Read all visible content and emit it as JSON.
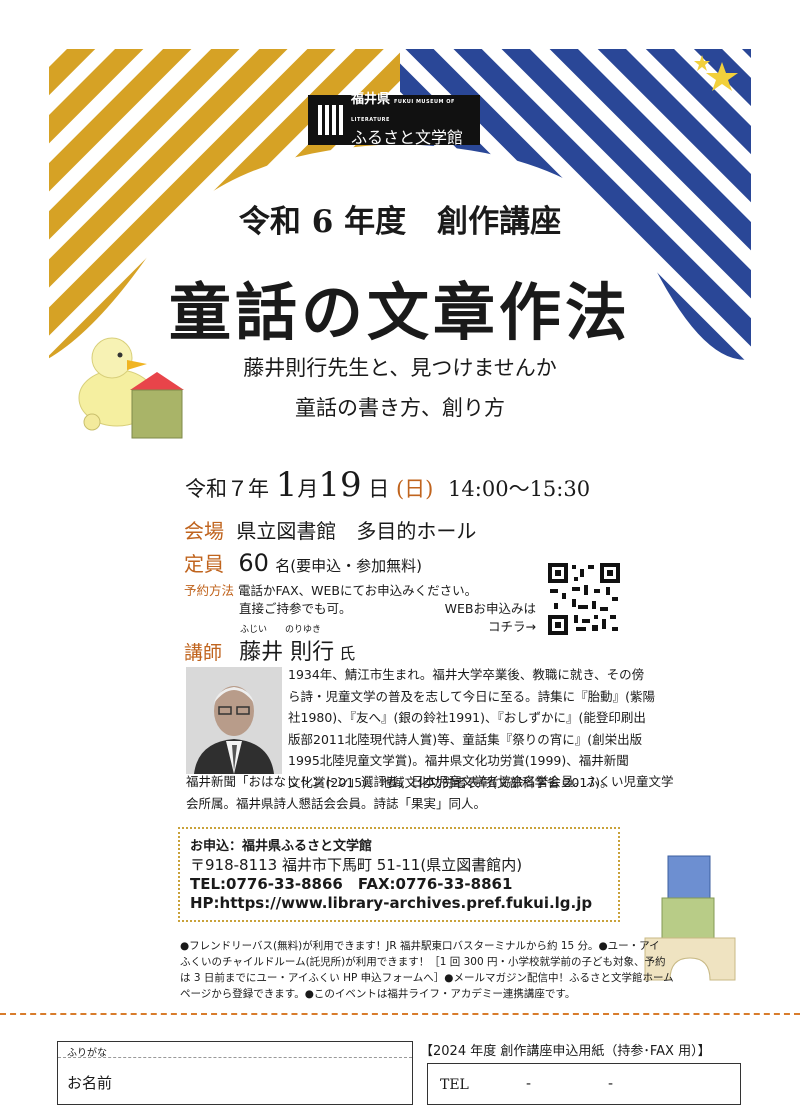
{
  "logo": {
    "prefecture": "福井県",
    "english": "FUKUI MUSEUM OF LITERATURE",
    "name": "ふるさと文学館"
  },
  "header": {
    "subtitle": "令和 6 年度　創作講座",
    "title": "童話の文章作法"
  },
  "lead": {
    "line1": "藤井則行先生と、見つけませんか",
    "line2": "童話の書き方、創り方"
  },
  "date": {
    "era": "令和７年",
    "month": "1",
    "month_unit": "月",
    "day": "19",
    "day_unit": "日",
    "weekday": "(日)",
    "time": "14:00～15:30"
  },
  "venue": {
    "label": "会場",
    "value": "県立図書館　多目的ホール"
  },
  "capacity": {
    "label": "定員",
    "number": "60",
    "unit": "名(要申込・参加無料)"
  },
  "reservation": {
    "label": "予約方法",
    "line1": "電話かFAX、WEBにてお申込みください。",
    "line2": "直接ご持参でも可。"
  },
  "qr": {
    "caption1": "WEBお申込みは",
    "caption2": "コチラ→"
  },
  "instructor": {
    "label": "講師",
    "name": "藤井 則行",
    "honorific": "氏",
    "ruby_family": "ふじい",
    "ruby_given": "のりゆき"
  },
  "bio": [
    "1934年、鯖江市生まれ。福井大学卒業後、教職に就き、その傍",
    "ら詩・児童文学の普及を志して今日に至る。詩集に『胎動』(紫陽",
    "社1980)、『友へ』(銀の鈴社1991)、『おしずかに』(能登印刷出",
    "版部2011北陸現代詩人賞)等、童話集『祭りの宵に』(創栄出版",
    "1995北陸児童文学賞)。福井県文化功労賞(1999)、福井新聞",
    "文化賞(2015)、地域文化功労者表彰(文部科学省 2017)。",
    "福井新聞「おはなしトントン」選評者。日本児童文学者協会名誉会員。ふくい児童文学",
    "会所属。福井県詩人懇話会会員。詩誌「果実」同人。"
  ],
  "contact": {
    "line1": "お申込：福井県ふるさと文学館",
    "line2": "〒918-8113 福井市下馬町 51-11(県立図書館内)",
    "line3": "TEL:0776-33-8866　FAX:0776-33-8861",
    "line4": "HP:https://www.library-archives.pref.fukui.lg.jp"
  },
  "notes": [
    "●フレンドリーバス(無料)が利用できます！JR 福井駅東口バスターミナルから約 15 分。●ユー・アイ",
    "ふくいのチャイルドルーム(託児所)が利用できます！［1 回 300 円・小学校就学前の子ども対象、予約",
    "は 3 日前までにユー・アイふくい HP 申込フォームへ］●メールマガジン配信中！ふるさと文学館ホーム",
    "ページから登録できます。●このイベントは福井ライフ・アカデミー連携講座です。"
  ],
  "form": {
    "furigana": "ふりがな",
    "name_label": "お名前",
    "heading": "【2024 年度 創作講座申込用紙（持参･FAX 用）】",
    "tel_label": "TEL",
    "tel_sep1": "-",
    "tel_sep2": "-"
  },
  "colors": {
    "gold": "#d6a225",
    "blue": "#2a4797",
    "accent": "#c0641e",
    "dots": "#c9a23a"
  }
}
